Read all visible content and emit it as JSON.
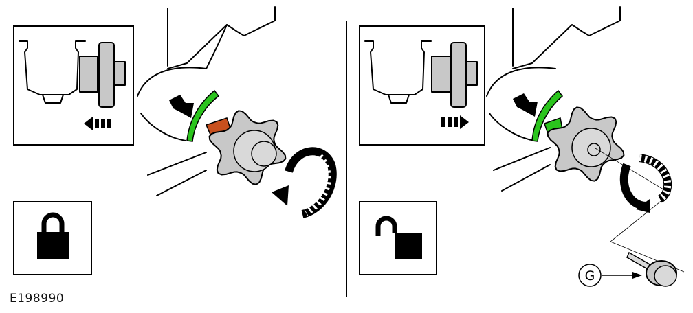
{
  "figure": {
    "code": "E198990",
    "callout_label": "G",
    "panels": [
      {
        "name": "locked",
        "icon": "padlock-closed-icon",
        "direction": "left"
      },
      {
        "name": "unlocked",
        "icon": "padlock-open-icon",
        "direction": "right"
      }
    ],
    "colors": {
      "indicator_locked": "#2bc41d",
      "pin_locked": "#c8501e",
      "knob": "#c8c8c8"
    }
  }
}
